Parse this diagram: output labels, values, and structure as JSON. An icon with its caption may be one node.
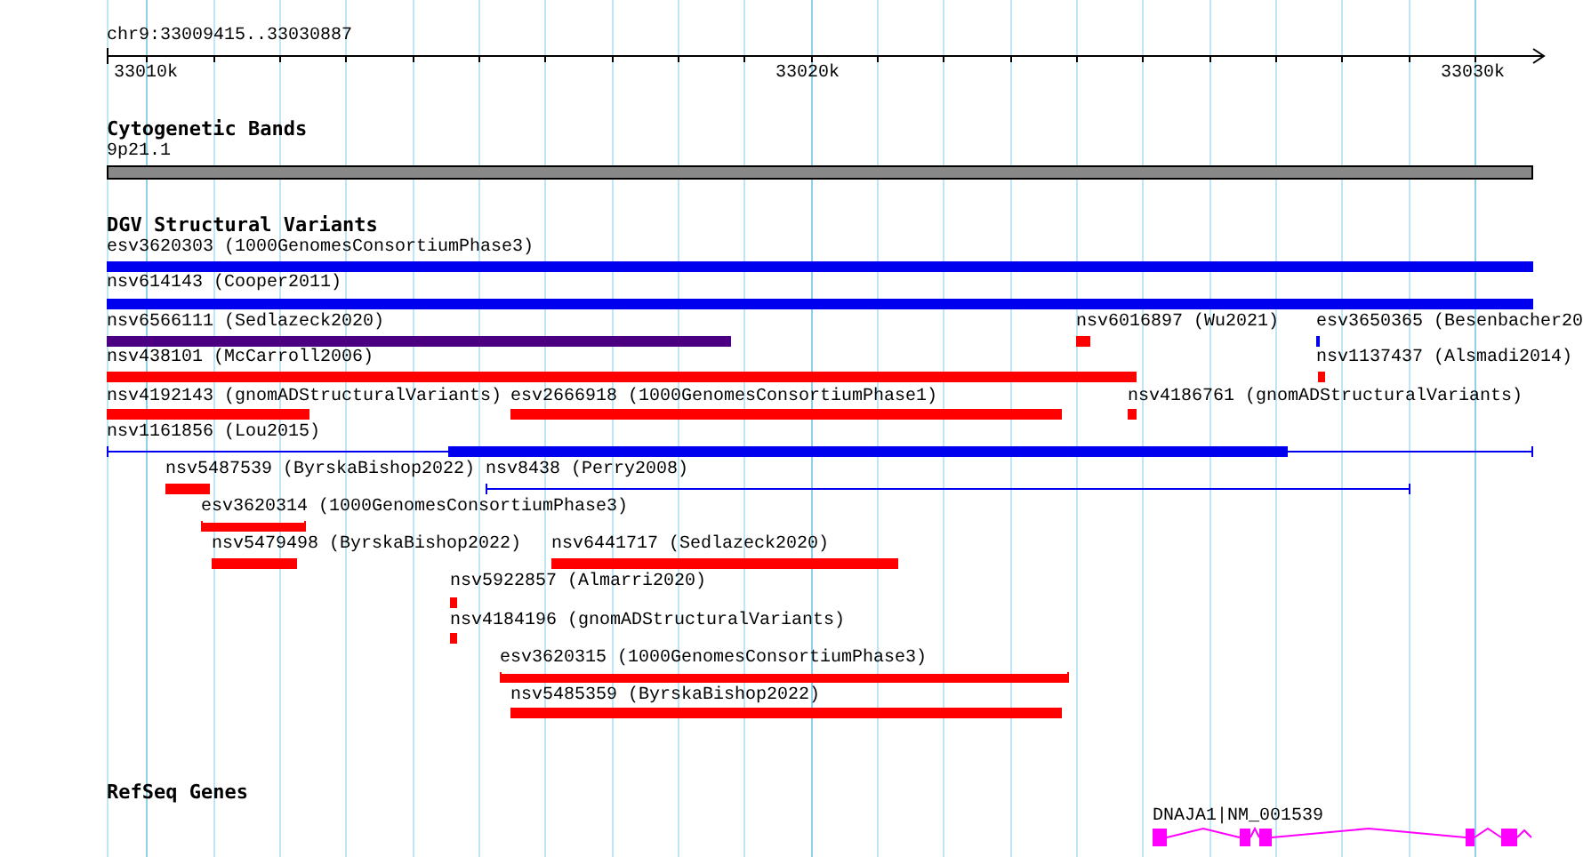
{
  "diagram": {
    "nodes": [
      {
        "text": [
          "9p21.1"
        ]
      },
      {
        "text": [
          "esv3620303 (1000GenomesConsortiumPhase3)"
        ]
      },
      {
        "text": [
          "nsv614143 (Cooper2011)"
        ]
      },
      {
        "text": [
          "nsv6566111 (Sedlazeck2020)"
        ]
      },
      {
        "text": [
          "nsv6016897 (Wu2021)"
        ]
      },
      {
        "text": [
          "esv3650365 (Besenbacher20"
        ]
      },
      {
        "text": [
          "nsv438101 (McCarroll2006)"
        ]
      },
      {
        "text": [
          "nsv1137437 (Alsmadi2014)"
        ]
      },
      {
        "text": [
          "nsv4192143 (gnomADStructuralVariants)"
        ]
      },
      {
        "text": [
          "esv2666918 (1000GenomesConsortiumPhase1)"
        ]
      },
      {
        "text": [
          "nsv4186761 (gnomADStructuralVariants)"
        ]
      },
      {
        "text": [
          "nsv1161856 (Lou2015)"
        ]
      },
      {
        "text": [
          "nsv5487539 (ByrskaBishop2022)"
        ]
      },
      {
        "text": [
          "nsv8438 (Perry2008)"
        ]
      },
      {
        "text": [
          "esv3620314 (1000GenomesConsortiumPhase3)"
        ]
      },
      {
        "text": [
          "nsv5479498 (ByrskaBishop2022)"
        ]
      },
      {
        "text": [
          "nsv6441717 (Sedlazeck2020)"
        ]
      },
      {
        "text": [
          "nsv5922857 (Almarri2020)"
        ]
      },
      {
        "text": [
          "nsv4184196 (gnomADStructuralVariants)"
        ]
      },
      {
        "text": [
          "esv3620315 (1000GenomesConsortiumPhase3)"
        ]
      },
      {
        "text": [
          "nsv5485359 (ByrskaBishop2022)"
        ]
      },
      {
        "text": [
          "DNAJA1|NM_001539"
        ]
      }
    ],
    "labels": [
      "chr9:33009415..33030887",
      "33010k",
      "33020k",
      "33030k",
      "Cytogenetic Bands",
      "DGV Structural Variants",
      "RefSeq Genes"
    ]
  }
}
